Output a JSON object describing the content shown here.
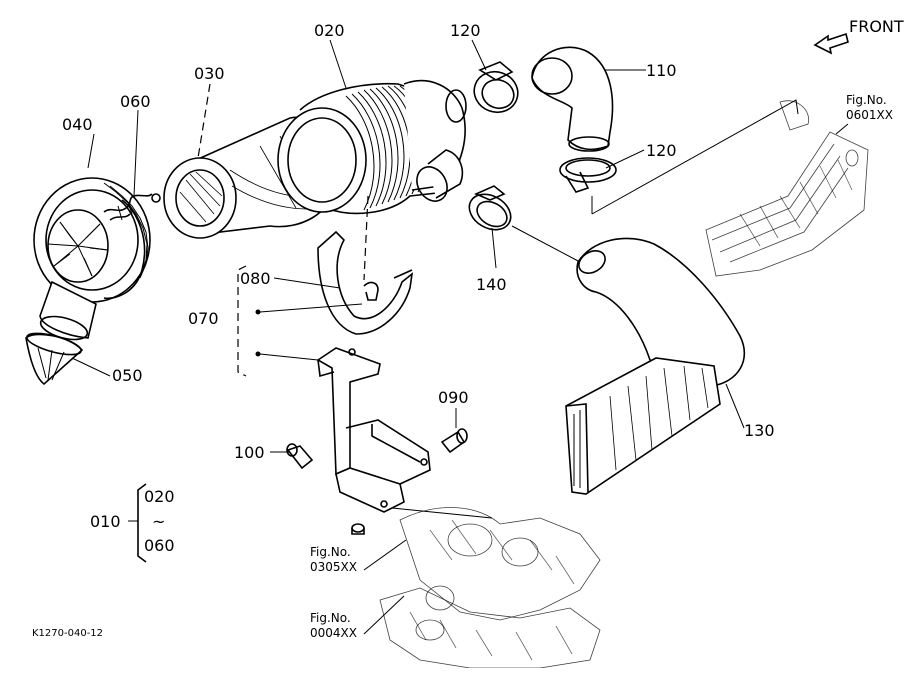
{
  "diagram_code": "K1270-040-12",
  "front_label": "FRONT",
  "parts": {
    "p010": "010",
    "p020": "020",
    "p030": "030",
    "p040": "040",
    "p050": "050",
    "p060": "060",
    "p070": "070",
    "p080": "080",
    "p090": "090",
    "p100": "100",
    "p110": "110",
    "p120a": "120",
    "p120b": "120",
    "p130": "130",
    "p140": "140"
  },
  "group": {
    "start": "020",
    "tilde": "~",
    "end": "060"
  },
  "figrefs": {
    "ref1_title": "Fig.No.",
    "ref1_code": "0601XX",
    "ref2_title": "Fig.No.",
    "ref2_code": "0305XX",
    "ref3_title": "Fig.No.",
    "ref3_code": "0004XX"
  }
}
